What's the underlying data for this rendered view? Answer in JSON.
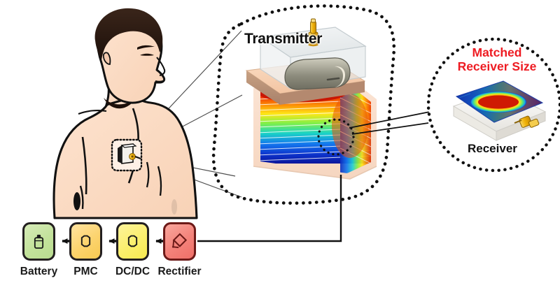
{
  "figure": {
    "type": "schematic-diagram",
    "topic": "Wireless power transfer to an implanted medical device",
    "background": "#ffffff"
  },
  "labels": {
    "transmitter": "Transmitter",
    "receiver": "Receiver",
    "matched_receiver_size": "Matched\nReceiver Size",
    "matched_line1": "Matched",
    "matched_line2": "Receiver Size"
  },
  "colors": {
    "matched_text": "#ee1b22",
    "label_text": "#111111",
    "battery_fill": "#c3e29b",
    "pmc_fill": "#fcd36d",
    "dcdc_fill": "#fbef6d",
    "rectifier_fill": "#f4827a",
    "block_stroke": "#231f20",
    "skin": "#fbdcc4",
    "hair": "#2b1a12",
    "connector_gold": "#f2b705",
    "substrate_tan": "#f6cfae",
    "field_hot": "#d81e05",
    "field_cold": "#0a1a9e",
    "leader_line": "#4d4d4d",
    "dotted_border": "#111111"
  },
  "circuit_chain": {
    "direction": "right-to-left power flow",
    "blocks": [
      {
        "id": "battery",
        "label": "Battery",
        "icon": "battery-icon",
        "fill": "#c3e29b"
      },
      {
        "id": "pmc",
        "label": "PMC",
        "icon": "chip-icon",
        "fill": "#fcd36d"
      },
      {
        "id": "dcdc",
        "label": "DC/DC",
        "icon": "chip-icon",
        "fill": "#fbef6d"
      },
      {
        "id": "rectifier",
        "label": "Rectifier",
        "icon": "diode-bridge-icon",
        "fill": "#f4827a"
      }
    ],
    "arrows": 3
  },
  "annotations": {
    "implant_site": "chest implant highlighted with dotted square",
    "zoom_region": "dotted circle on field stack linked to receiver inset",
    "callout_boundary": "large dotted rounded outline around transmitter assembly"
  },
  "chart_data": {
    "type": "heatmap",
    "title": "Simulated electromagnetic field distribution",
    "colormap": "jet",
    "panels": [
      {
        "name": "tissue-field-stack",
        "description": "Stacked cross-section slices of field magnitude beneath the transmitter",
        "slices": 13,
        "peak_location": "top surface under transmitter coil",
        "scale_hot": "#d81e05",
        "scale_cold": "#0a1a9e"
      },
      {
        "name": "receiver-plane-field",
        "description": "Field magnitude on the receiver plane showing matched coupling hot spot",
        "peak_location": "central oval",
        "scale_hot": "#d81e05",
        "scale_cold": "#0a1a9e"
      }
    ]
  }
}
